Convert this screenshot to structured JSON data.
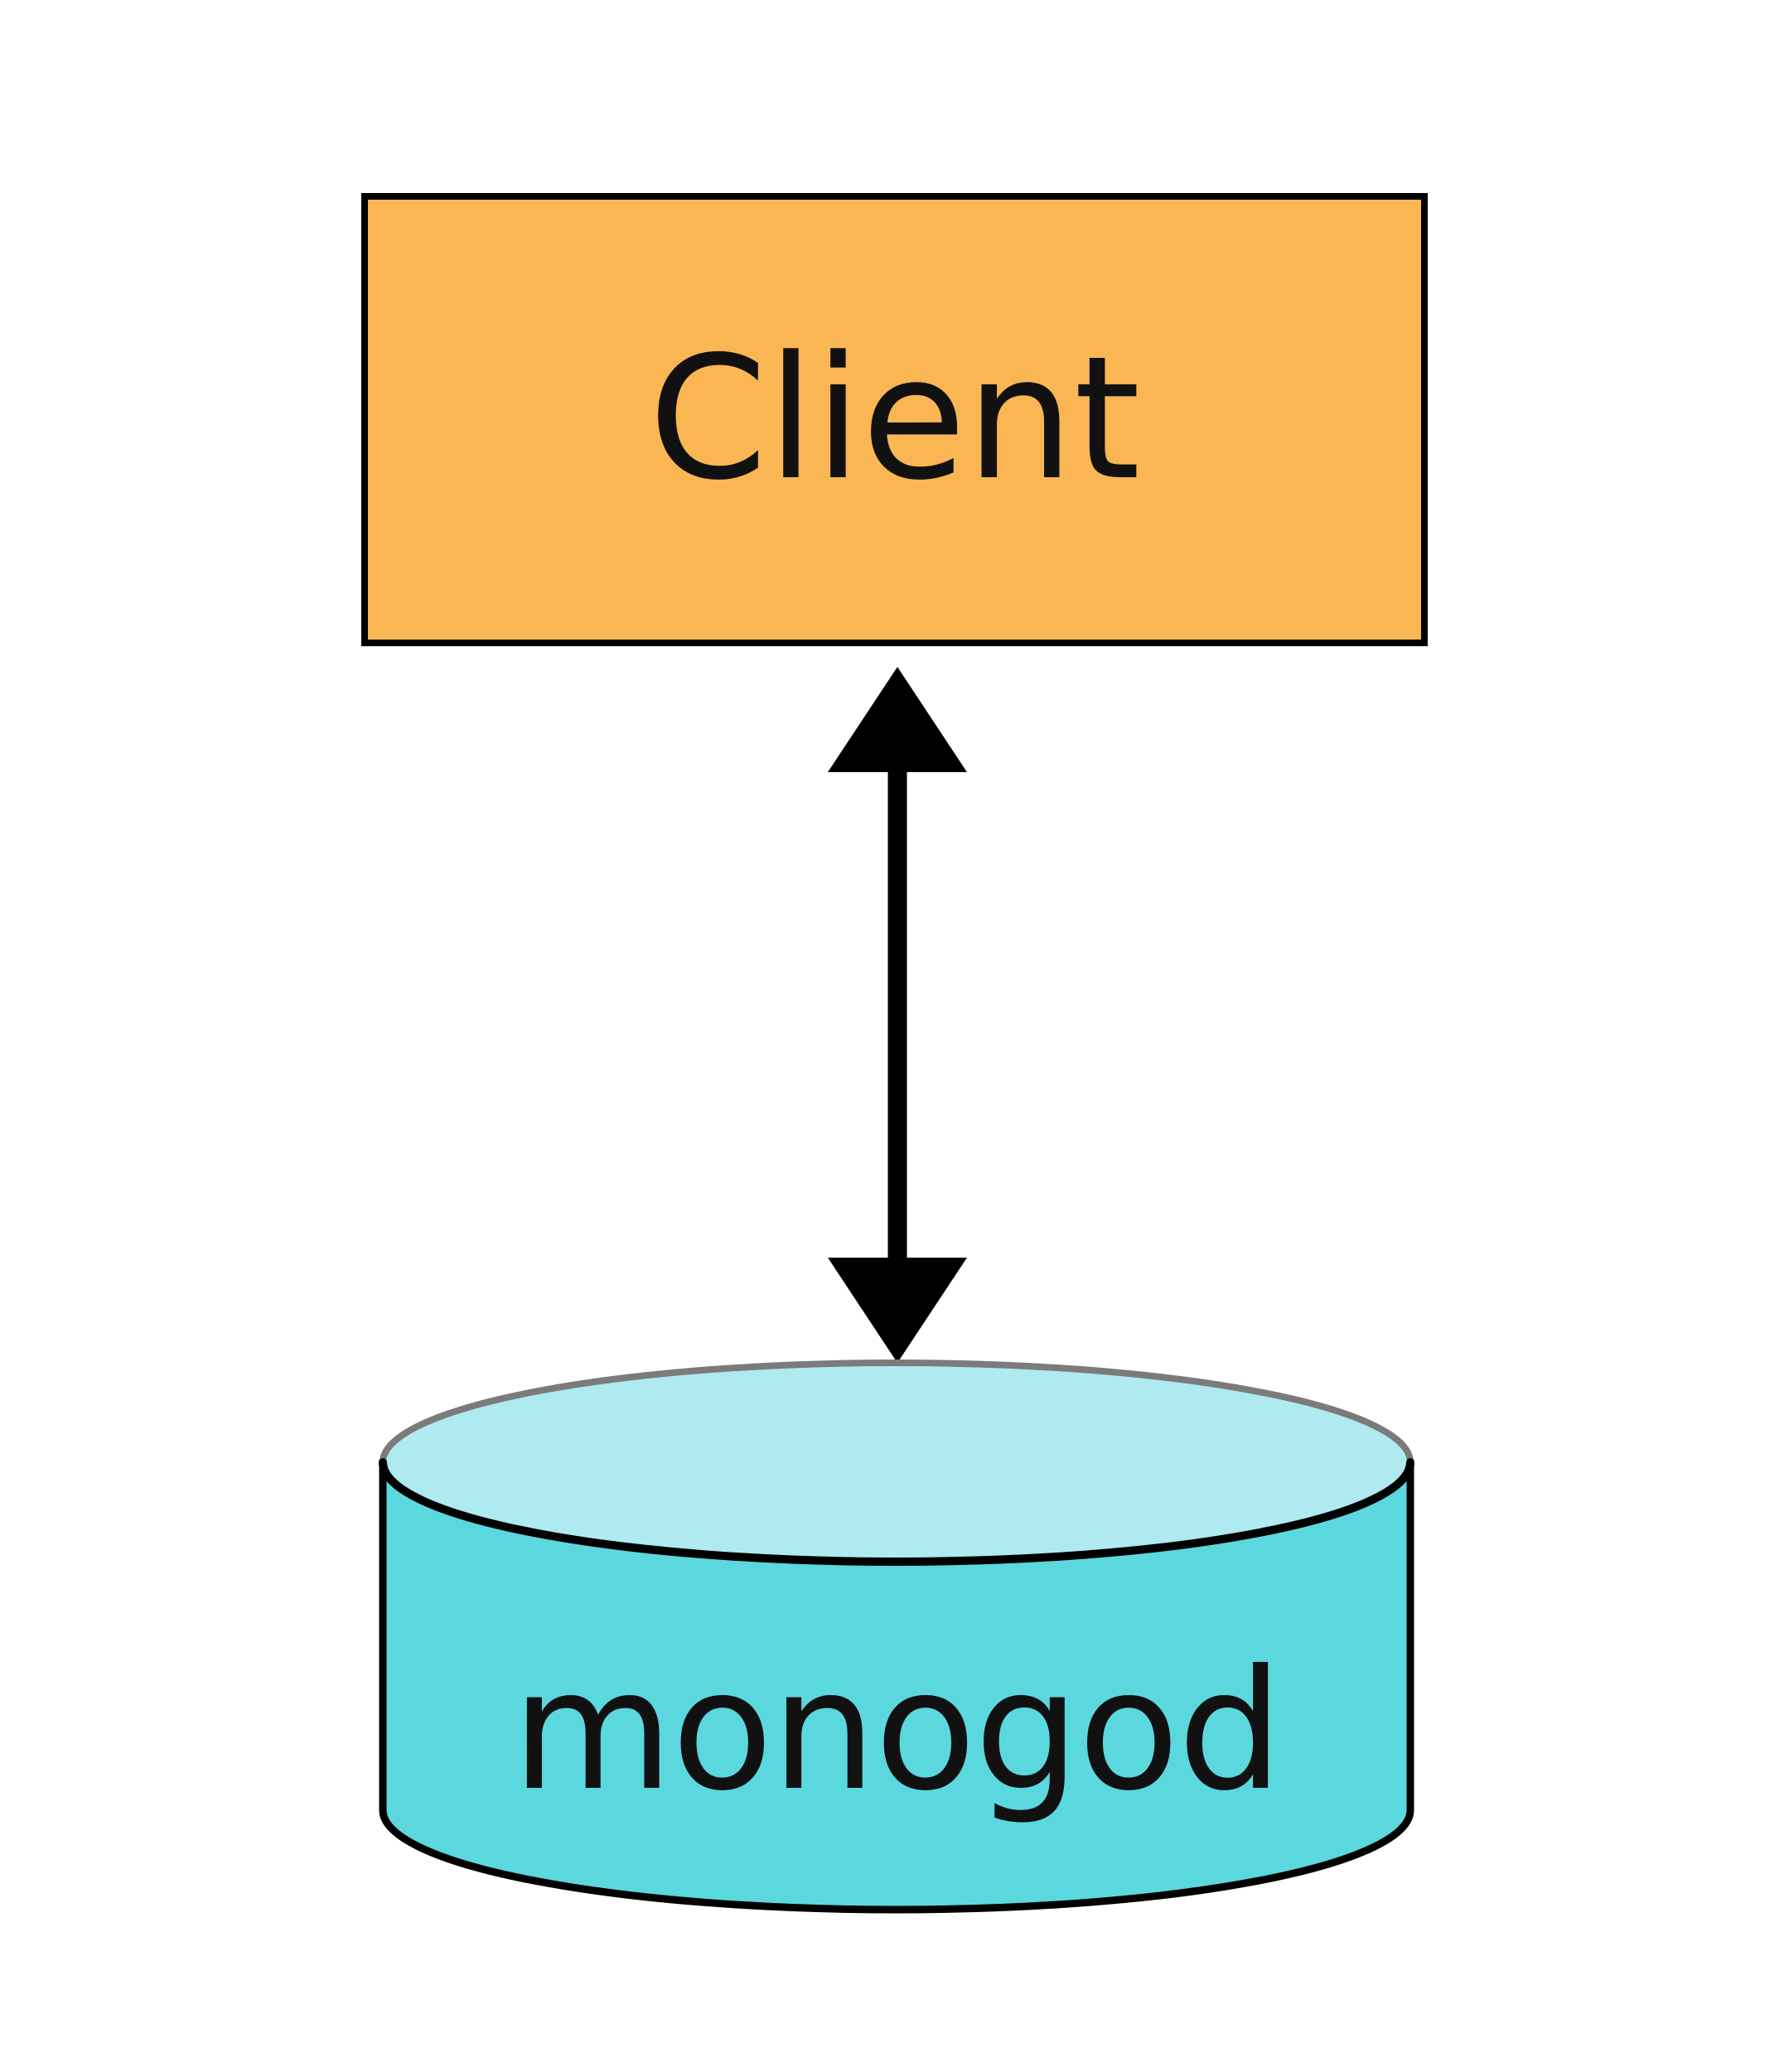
{
  "diagram": {
    "background_color": "#ffffff",
    "client": {
      "label": "Client",
      "fill": "#FAB652",
      "outline_color": "#000000",
      "text_color": "#111111"
    },
    "connector": {
      "kind": "vertical-double-headed-arrow",
      "color": "#000000"
    },
    "database": {
      "label": "monogod",
      "body_fill": "#5BD8DE",
      "top_fill": "#AEEAF0",
      "top_back_stroke": "#7b7b7b",
      "outline_color": "#000000",
      "text_color": "#111111"
    }
  }
}
